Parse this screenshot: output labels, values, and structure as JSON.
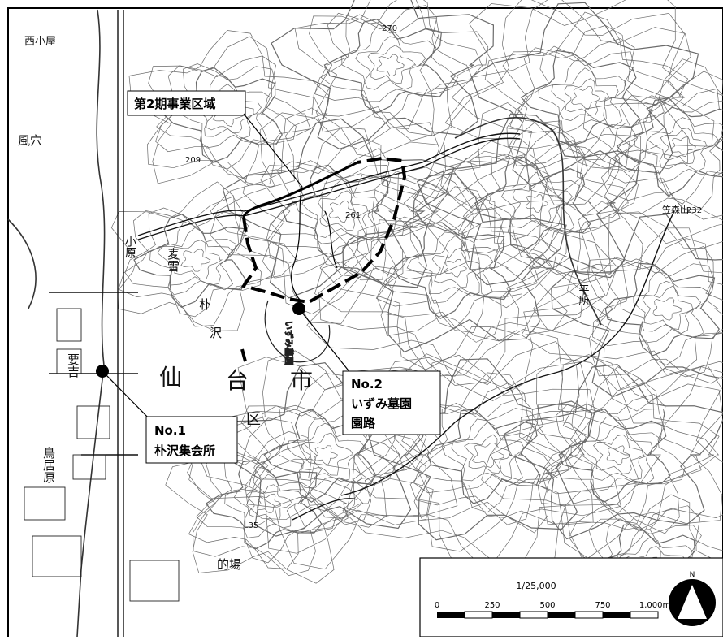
{
  "map": {
    "project_area_label": "第2期事業区域",
    "points": [
      {
        "id": "1",
        "number": "No.1",
        "name_line1": "朴沢集会所",
        "name_line2": ""
      },
      {
        "id": "2",
        "number": "No.2",
        "name_line1": "いずみ墓園",
        "name_line2": "園路"
      }
    ],
    "place_names": {
      "nishi_koya": "西小屋",
      "kazaana": "風穴",
      "kohara": "小原",
      "mugiyuki": "麦雪",
      "kano_kichi": "要吉",
      "toriihara": "鳥居原",
      "sendai_sen": "仙",
      "sendai_dai": "台",
      "sendai_shi": "市",
      "ku": "区",
      "izumi_boen": "いずみ墓園",
      "mato_ba": "的場",
      "hoku": "朴",
      "sawa": "沢",
      "tairasho": "平所",
      "elev_270": "270",
      "elev_209": "209",
      "elev_261": "261",
      "elev_232": "232",
      "elev_135": "L35",
      "hill_label": "笠森山"
    },
    "scale": {
      "ratio": "1/25,000",
      "ticks": [
        "0",
        "250",
        "500",
        "750",
        "1,000m"
      ]
    },
    "north": {
      "letter": "N"
    }
  }
}
